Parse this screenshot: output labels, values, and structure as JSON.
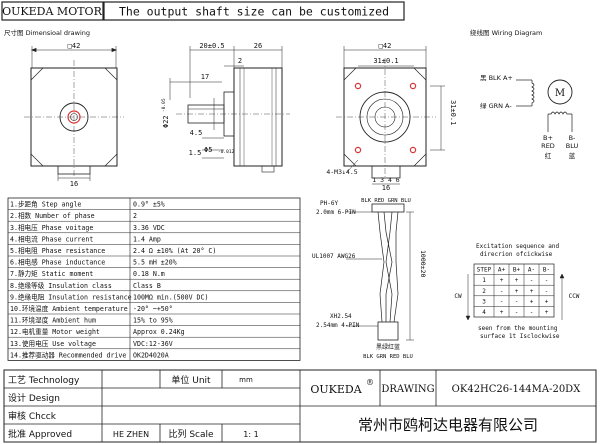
{
  "header": {
    "brand": "OUKEDA MOTOR",
    "tagline": "The output shaft size can be customized"
  },
  "drawing": {
    "dimension_title": "尺寸图 Dimensioal drawing",
    "wiring_title": "绕线图 Wiring Diagram",
    "front": {
      "width": "42",
      "hole_label": "16"
    },
    "side": {
      "shaft_len": "20±0.5",
      "body_len": "26",
      "dim_2": "2",
      "dim_17": "17",
      "dim_4_5": "4.5",
      "dim_1_5": "1.5",
      "boss_dia": "Φ22",
      "boss_tol": "-0.05",
      "shaft_dia": "Φ5",
      "shaft_tol": "-0.012"
    },
    "rear": {
      "width": "42",
      "hole_pitch": "31±0.1",
      "hole_pitch_v": "31±0.1",
      "mount": "4-M3↓4.5",
      "pins": "1 3 4 6",
      "conn_w": "16"
    },
    "cable": {
      "ph_conn": "PH-6Y",
      "ph_pitch": "2.0mm 6-PIN",
      "wires_top": "BLK RED GRN BLU",
      "ul": "UL1007 AWG26",
      "length": "1000±20",
      "xh_conn": "XH2.54",
      "xh_pitch": "2.54mm 4-PIN",
      "wires_bottom_cn": "黑绿红蓝",
      "wires_bottom": "BLK GRN RED BLU"
    },
    "wiring": {
      "a_plus": "黑 BLK A+",
      "a_minus": "绿 GRN A-",
      "b_plus": "B+",
      "b_minus": "B-",
      "red": "RED",
      "blu": "BLU",
      "red_cn": "红",
      "blu_cn": "蓝",
      "motor": "M"
    },
    "excitation": {
      "title1": "Excitation sequence and",
      "title2": "direcrion ofcickwise",
      "cw": "CW",
      "ccw": "CCW",
      "note1": "seen from the mounting",
      "note2": "surface 1t Isclockwise",
      "header": [
        "STEP",
        "A+",
        "B+",
        "A-",
        "B-"
      ],
      "rows": [
        [
          "1",
          "+",
          "+",
          "-",
          "-"
        ],
        [
          "2",
          "-",
          "+",
          "+",
          "-"
        ],
        [
          "3",
          "-",
          "-",
          "+",
          "+"
        ],
        [
          "4",
          "+",
          "-",
          "-",
          "+"
        ]
      ]
    }
  },
  "specs": [
    {
      "num": "1",
      "label": ".步距角 Step angle",
      "value": "0.9° ±5%"
    },
    {
      "num": "2",
      "label": ".相数 Number of phase",
      "value": "2"
    },
    {
      "num": "3",
      "label": ".相电压 Phase voitage",
      "value": "3.36 VDC"
    },
    {
      "num": "4",
      "label": ".相电流 Phase current",
      "value": "1.4 Amp"
    },
    {
      "num": "5",
      "label": ".相电阻 Phase resistance",
      "value": "2.4 Ω ±10% (At 20° C)"
    },
    {
      "num": "6",
      "label": ".相电感 Phase inductance",
      "value": "5.5 mH ±20%"
    },
    {
      "num": "7",
      "label": ".静力矩 Static moment",
      "value": "0.18 N.m"
    },
    {
      "num": "8",
      "label": ".绝缘等级 Insulation class",
      "value": "Class B"
    },
    {
      "num": "9",
      "label": ".绝缘电阻 Insulation resistance",
      "value": "100MΩ min.(500V DC)"
    },
    {
      "num": "10",
      "label": ".环境温度 Ambient temperature",
      "value": "-20° ~+50°"
    },
    {
      "num": "11",
      "label": ".环境湿度 Ambient hum",
      "value": "15% to 95%"
    },
    {
      "num": "12",
      "label": ".电机重量 Motor weight",
      "value": "Approx 0.24Kg"
    },
    {
      "num": "13",
      "label": ".使用电压 Use voltage",
      "value": "VDC:12-36V"
    },
    {
      "num": "14",
      "label": ".推荐驱动器 Recommended drive",
      "value": "OK2D4020A"
    }
  ],
  "title_block": {
    "technology": "工艺 Technology",
    "unit_label": "单位 Unit",
    "unit_value": "mm",
    "design": "设计 Design",
    "check": "审核 Chcck",
    "approved": "批准 Approved",
    "approver": "HE ZHEN",
    "scale_label": "比列 Scale",
    "scale_value": "1: 1",
    "brand": "OUKEDA",
    "reg": "®",
    "drawing": "DRAWING",
    "model": "OK42HC26-144MA-20DX",
    "company": "常州市鸥柯达电器有限公司"
  }
}
